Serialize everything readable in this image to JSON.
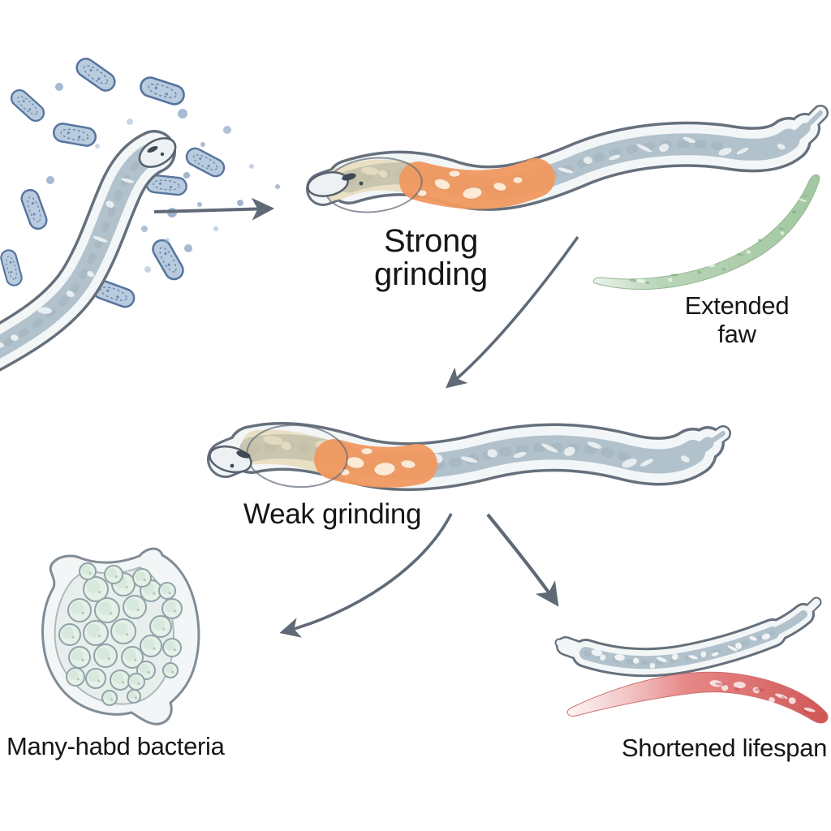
{
  "diagram": {
    "labels": {
      "strong_line1": "Strong",
      "strong_line2": "grinding",
      "extended_line1": "Extended",
      "extended_line2": "faw",
      "weak_grinding": "Weak grinding",
      "many_bacteria": "Many-habd bacteria",
      "shortened_lifespan": "Shortened lifespan"
    },
    "colors": {
      "background": "#ffffff",
      "worm_outline": "#66707c",
      "worm_cuticle": "#f3f6f7",
      "worm_gut": "#b2c2cc",
      "gut_texture": "#9db0ba",
      "pharynx_orange": "#f0985f",
      "pharynx_cream": "#fce9d6",
      "anterior_tan": "#e0c78f",
      "lifespan_green": "#a8cba6",
      "lifespan_red": "#d95555",
      "bacteria_fill": "#b9cbde",
      "bacteria_outline": "#56749e",
      "dot_blue": "#93abc8",
      "arrow_gray": "#5f6a76",
      "blob_wall": "#f3f6f6",
      "blob_inner": "#e8eeec",
      "cell_fill": "#e4f0e8",
      "cell_stroke": "#8fa3a8",
      "text": "#161616"
    }
  }
}
